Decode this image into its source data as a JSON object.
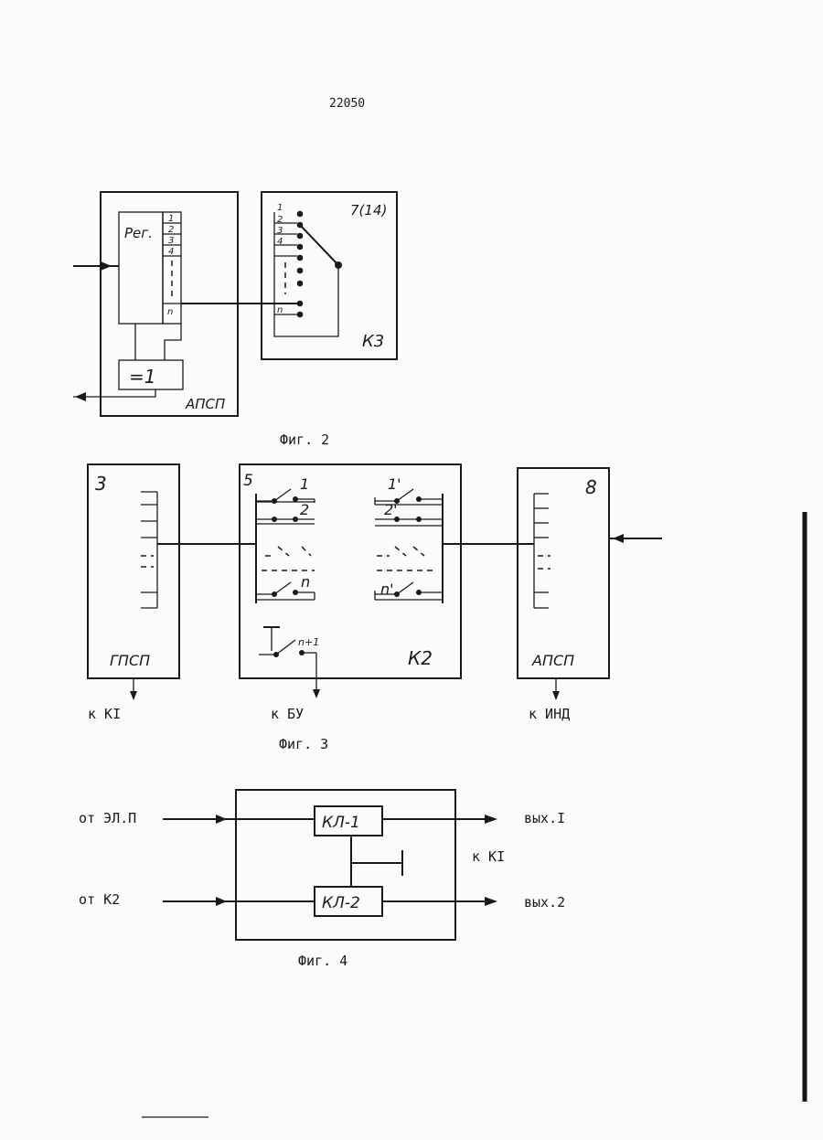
{
  "page_number": "22050",
  "fig2": {
    "caption": "Фиг. 2",
    "block_apsp_label": "АПСП",
    "register_label": "Рег.",
    "register_cells": [
      "1",
      "2",
      "3",
      "4"
    ],
    "register_cell_n": "n",
    "xor_label": "=1",
    "block_k3_label": "К3",
    "block_k3_number": "7(14)",
    "k3_contacts": [
      "1",
      "2",
      "3",
      "4"
    ],
    "k3_contact_n": "n"
  },
  "fig3": {
    "caption": "Фиг. 3",
    "block_gpsp_label": "ГПСП",
    "block_gpsp_number": "3",
    "block_k2_label": "К2",
    "block_k2_number": "5",
    "left_switches": [
      "1",
      "2",
      "n"
    ],
    "right_switches": [
      "1'",
      "2'",
      "n'"
    ],
    "extra_switch": "n+1",
    "block_apsp_label": "АПСП",
    "block_apsp_number": "8",
    "out_k1": "к КI",
    "out_bu": "к БУ",
    "out_ind": "к ИНД"
  },
  "fig4": {
    "caption": "Фиг. 4",
    "in1": "от ЭЛ.П",
    "in2": "от К2",
    "kl1": "КЛ-1",
    "kl2": "КЛ-2",
    "out1": "вых.I",
    "out2": "вых.2",
    "to_k1": "к КI"
  }
}
